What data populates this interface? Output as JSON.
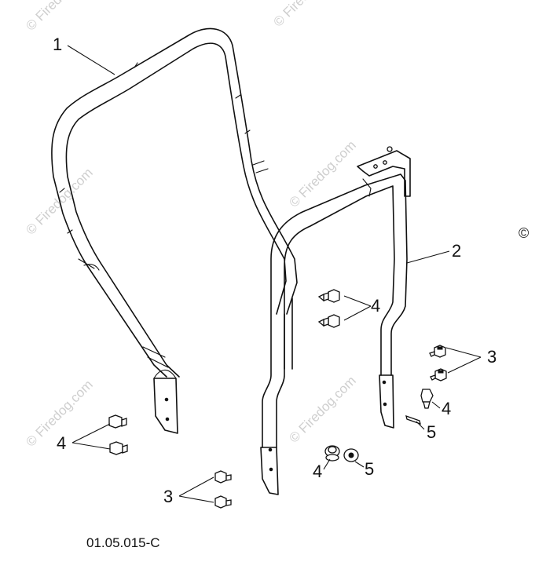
{
  "diagram": {
    "callouts": {
      "c1": "1",
      "c2": "2",
      "c3a": "3",
      "c3b": "3",
      "c4a": "4",
      "c4b": "4",
      "c4c": "4",
      "c4d": "4",
      "c5a": "5",
      "c5b": "5"
    },
    "drawing_code": "01.05.015-C",
    "watermark": {
      "text": "© Firedog.com",
      "symbol": "©"
    }
  }
}
